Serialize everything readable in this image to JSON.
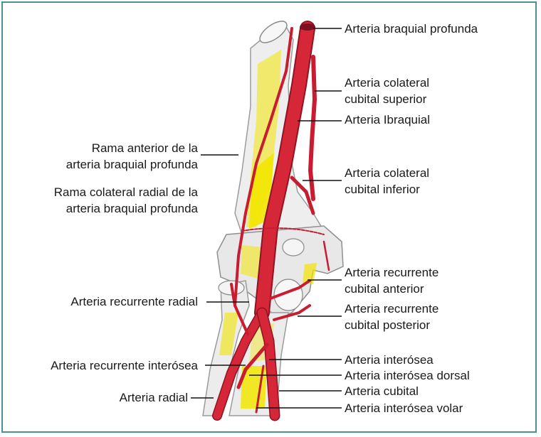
{
  "colors": {
    "border": "#4a8f9a",
    "artery": "#d62739",
    "artery_dark": "#8e1424",
    "bone": "#eeeeee",
    "bone_shadow": "#9b9b9b",
    "marrow": "#f2e600",
    "leader": "#111111"
  },
  "labels": {
    "braquial_profunda": [
      "Arteria braquial profunda"
    ],
    "colateral_superior": [
      "Arteria colateral",
      "cubital superior"
    ],
    "ibraquial": [
      "Arteria Ibraquial"
    ],
    "colateral_inferior": [
      "Arteria colateral",
      "cubital inferior"
    ],
    "rama_anterior": [
      "Rama anterior de la",
      "arteria braquial profunda"
    ],
    "rama_colateral": [
      "Rama colateral radial de la",
      "arteria braquial profunda"
    ],
    "recurrente_cubital_anterior": [
      "Arteria recurrente",
      "cubital anterior"
    ],
    "recurrente_radial": [
      "Arteria recurrente radial"
    ],
    "recurrente_cubital_posterior": [
      "Arteria recurrente",
      "cubital posterior"
    ],
    "interosea": [
      "Arteria interósea"
    ],
    "recurrente_interosea": [
      "Arteria recurrente interósea"
    ],
    "interosea_dorsal": [
      "Arteria interósea dorsal"
    ],
    "cubital": [
      "Arteria cubital"
    ],
    "radial": [
      "Arteria radial"
    ],
    "interosea_volar": [
      "Arteria interósea volar"
    ]
  }
}
